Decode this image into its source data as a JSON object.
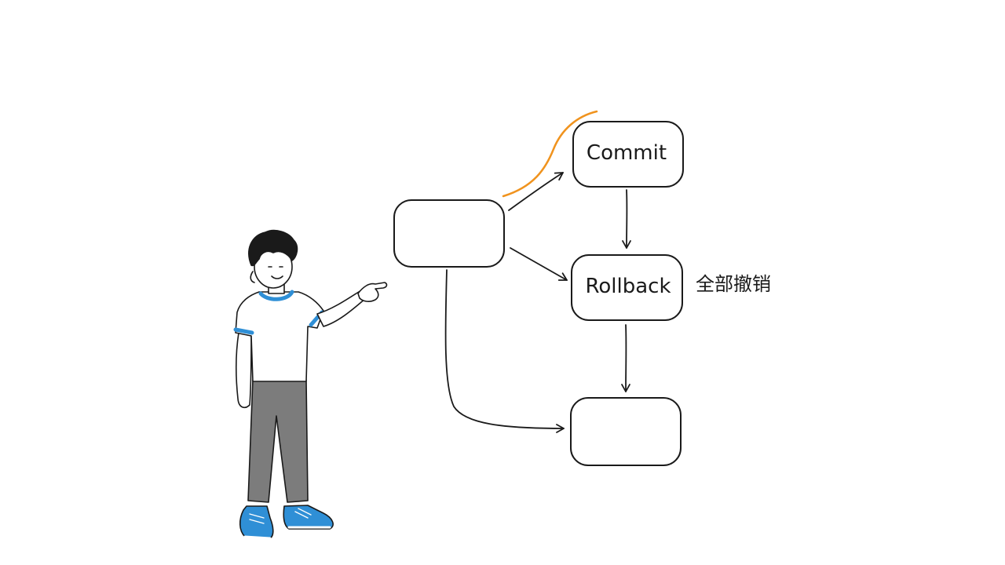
{
  "diagram": {
    "nodes": [
      {
        "id": "start",
        "label": ""
      },
      {
        "id": "commit",
        "label": "Commit"
      },
      {
        "id": "rollback",
        "label": "Rollback"
      },
      {
        "id": "end",
        "label": ""
      }
    ],
    "edges": [
      {
        "from": "start",
        "to": "commit"
      },
      {
        "from": "start",
        "to": "rollback"
      },
      {
        "from": "commit",
        "to": "rollback"
      },
      {
        "from": "rollback",
        "to": "end"
      },
      {
        "from": "start",
        "to": "end"
      }
    ],
    "annotation": "全部撤销"
  },
  "colors": {
    "ink": "#1a1a1a",
    "highlight": "#f0931e",
    "shirt_trim": "#2f8fd6",
    "pants": "#7c7c7c",
    "shoes": "#2f8fd6",
    "hair": "#1a1a1a"
  }
}
